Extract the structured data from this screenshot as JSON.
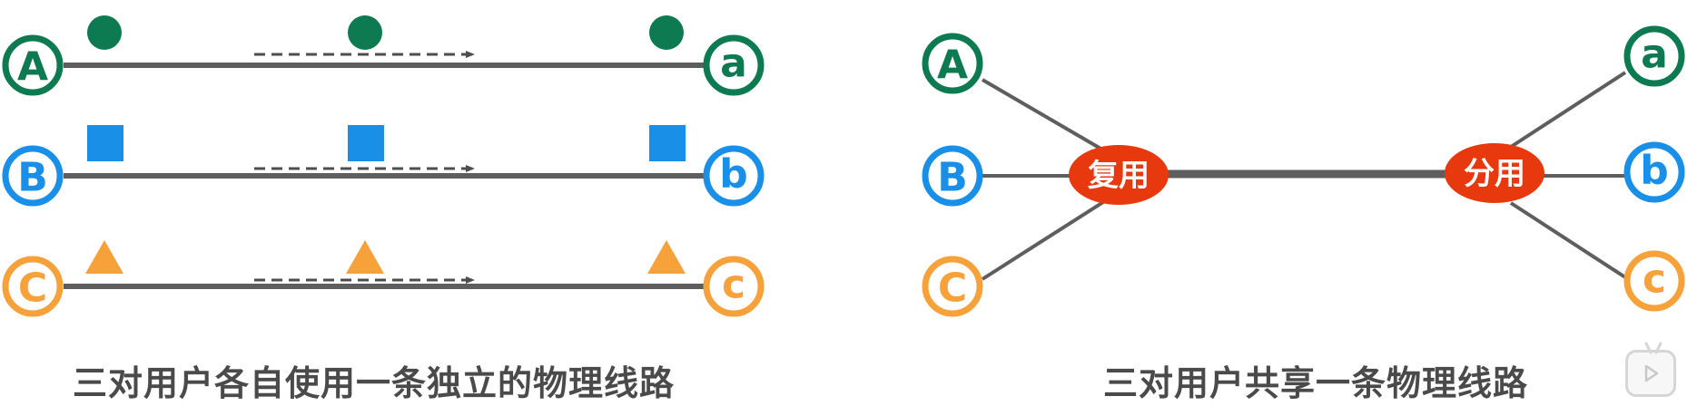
{
  "colors": {
    "line": "#5e5e5e",
    "dash": "#4e4e4e",
    "green": "#0d7a52",
    "blue": "#1a8fe8",
    "orange": "#f6a13a",
    "hub": "#e8380d",
    "caption": "#4a4a4a"
  },
  "left_diagram": {
    "pairs": [
      {
        "source": "A",
        "target": "a",
        "marker_shape": "circle",
        "color_key": "green"
      },
      {
        "source": "B",
        "target": "b",
        "marker_shape": "square",
        "color_key": "blue"
      },
      {
        "source": "C",
        "target": "c",
        "marker_shape": "triangle",
        "color_key": "orange"
      }
    ],
    "caption": "三对用户各自使用一条独立的物理线路"
  },
  "right_diagram": {
    "sources": [
      "A",
      "B",
      "C"
    ],
    "targets": [
      "a",
      "b",
      "c"
    ],
    "mux_label": "复用",
    "demux_label": "分用",
    "caption": "三对用户共享一条物理线路"
  },
  "badge_icon": "play-icon"
}
